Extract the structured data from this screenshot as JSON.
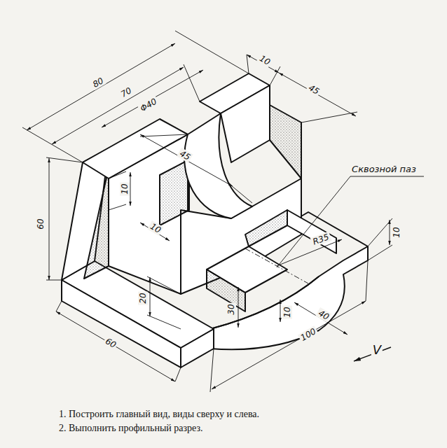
{
  "diagram": {
    "labels": [
      "80",
      "70",
      "Φ40",
      "10",
      "45",
      "45",
      "10",
      "10",
      "60",
      "Сквозной паз",
      "R35",
      "10",
      "20",
      "30",
      "10",
      "40",
      "100",
      "60",
      "V",
      "1. Построить главный вид, виды сверху и слева.",
      "2. Выполнить профильный разрез."
    ]
  }
}
